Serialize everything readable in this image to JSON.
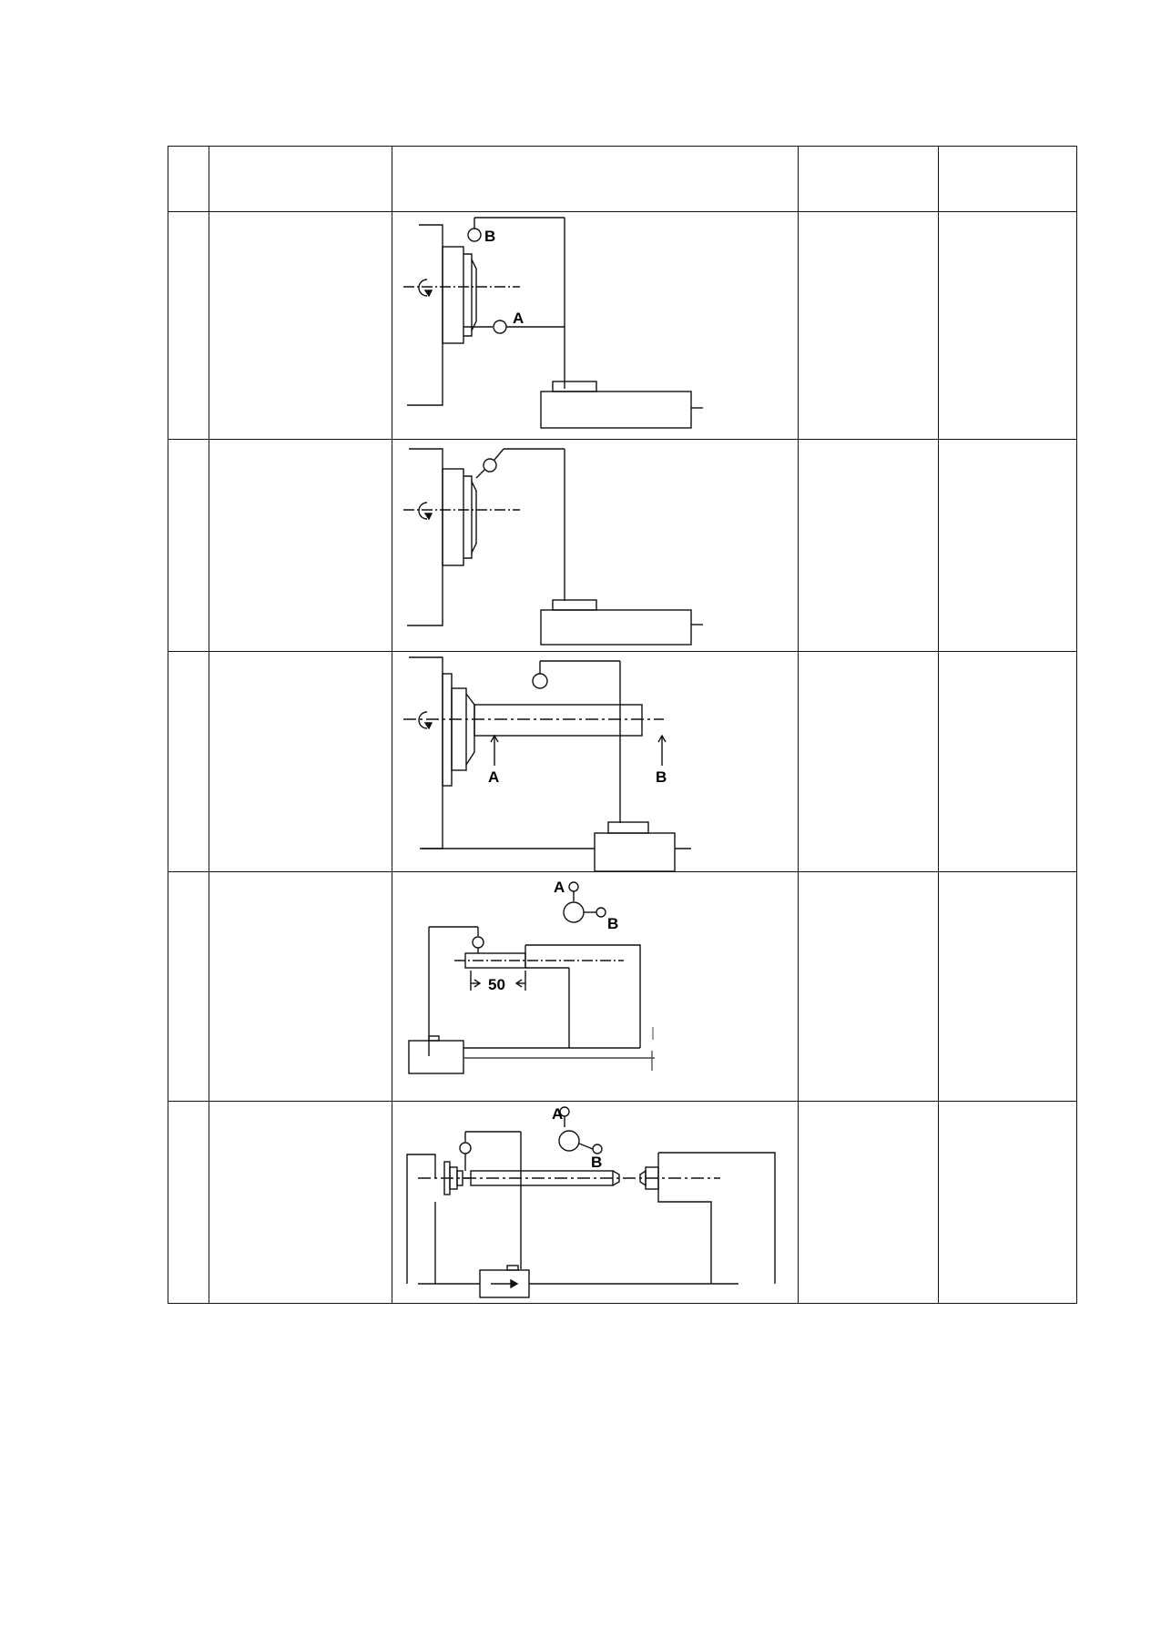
{
  "table": {
    "header": [
      "",
      "",
      "",
      "",
      ""
    ],
    "rows": [
      {
        "no": "",
        "item": "",
        "tolerance": "",
        "result": "",
        "figure": {
          "name": "face-runout-diagram",
          "labels": [
            "B",
            "A"
          ]
        }
      },
      {
        "no": "",
        "item": "",
        "tolerance": "",
        "result": "",
        "figure": {
          "name": "spindle-face-diagram",
          "labels": []
        }
      },
      {
        "no": "",
        "item": "",
        "tolerance": "",
        "result": "",
        "figure": {
          "name": "mandrel-runout-diagram",
          "labels": [
            "A",
            "B"
          ]
        }
      },
      {
        "no": "",
        "item": "",
        "tolerance": "",
        "result": "",
        "figure": {
          "name": "tailstock-quill-diagram",
          "labels": [
            "A",
            "B",
            "50"
          ]
        }
      },
      {
        "no": "",
        "item": "",
        "tolerance": "",
        "result": "",
        "figure": {
          "name": "centers-alignment-diagram",
          "labels": [
            "A",
            "B"
          ]
        }
      }
    ]
  },
  "colors": {
    "ink": "#111111",
    "paper": "#ffffff"
  }
}
